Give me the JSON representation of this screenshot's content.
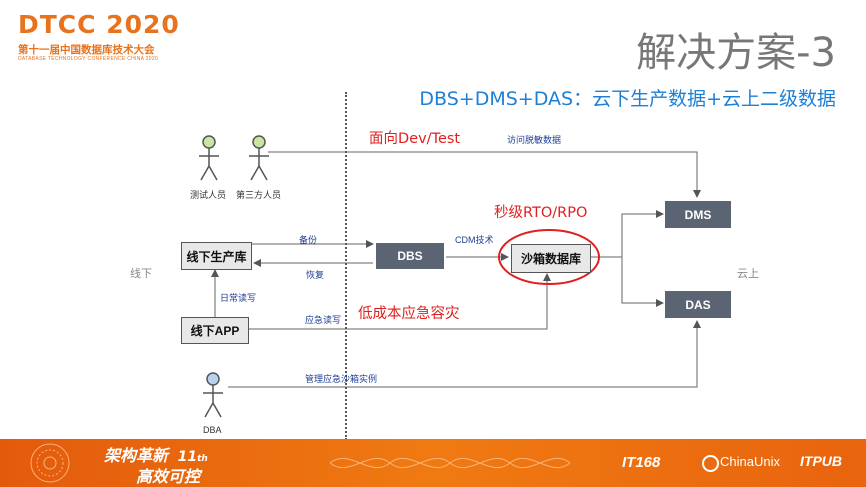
{
  "header": {
    "logo_main": "DTCC 2020",
    "logo_sub": "第十一届中国数据库技术大会",
    "logo_tiny": "DATABASE TECHNOLOGY CONFERENCE CHINA 2020",
    "title": "解决方案-3",
    "subtitle": "DBS+DMS+DAS：云下生产数据+云上二级数据"
  },
  "diagram": {
    "left_zone": "线下",
    "right_zone": "云上",
    "actors": {
      "tester": "测试人员",
      "third_party": "第三方人员",
      "dba": "DBA"
    },
    "boxes": {
      "prod_db": "线下生产库",
      "app": "线下APP",
      "dbs": "DBS",
      "sandbox": "沙箱数据库",
      "dms": "DMS",
      "das": "DAS"
    },
    "edge_labels": {
      "backup": "备份",
      "restore": "恢复",
      "daily_rw": "日常读写",
      "emergency_rw": "应急读写",
      "cdm": "CDM技术",
      "access": "访问脱敏数据",
      "manage": "管理应急沙箱实例"
    },
    "callouts": {
      "devtest": "面向Dev/Test",
      "rto": "秒级RTO/RPO",
      "dr": "低成本应急容灾"
    },
    "colors": {
      "accent_red": "#e02020",
      "box_dark": "#5a6472",
      "label_blue": "#1f3f95",
      "title_blue": "#1e7fd6"
    }
  },
  "footer": {
    "slogan_line1": "架构革新",
    "slogan_edition": "11",
    "slogan_th": "th",
    "slogan_line2": "高效可控",
    "sponsor1": "IT168",
    "sponsor2": "ChinaUnix",
    "sponsor3": "ITPUB"
  }
}
